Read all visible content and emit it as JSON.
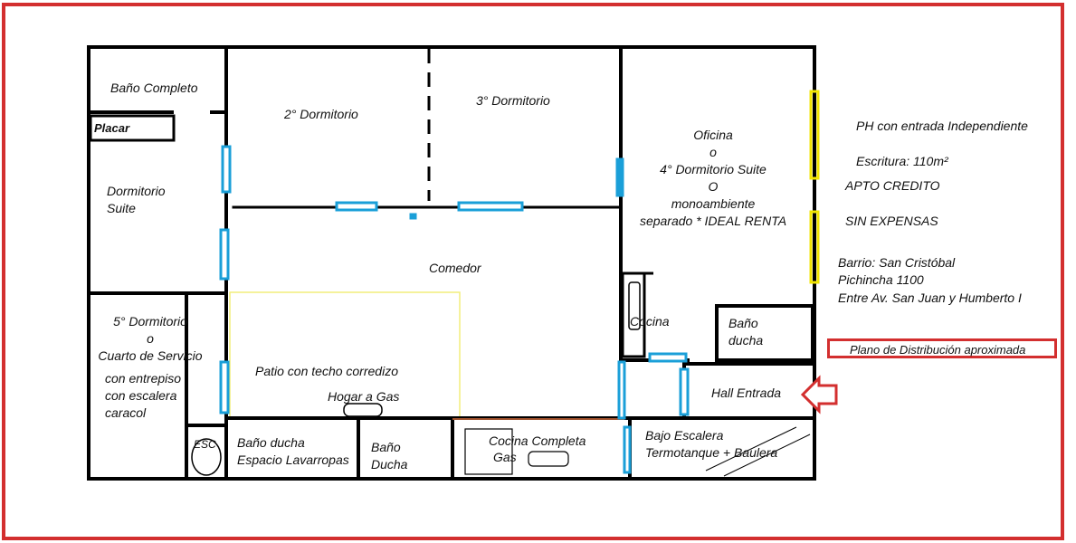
{
  "rooms": {
    "bano_completo": [
      "Baño Completo"
    ],
    "placar": [
      "Placar"
    ],
    "dormitorio_suite": [
      "Dormitorio",
      "Suite"
    ],
    "dormitorio_2": [
      "2° Dormitorio"
    ],
    "dormitorio_3": [
      "3° Dormitorio"
    ],
    "oficina": [
      "Oficina",
      "o",
      "4° Dormitorio Suite",
      "O",
      "monoambiente",
      "separado * IDEAL RENTA"
    ],
    "comedor": [
      "Comedor"
    ],
    "dormitorio_5": [
      "5° Dormitorio",
      "o",
      "Cuarto de Servicio",
      "con entrepiso",
      "con escalera",
      "caracol"
    ],
    "patio": [
      "Patio con techo corredizo"
    ],
    "hogar": [
      "Hogar a Gas"
    ],
    "cocina": [
      "Cocina"
    ],
    "bano_ducha_1": [
      "Baño",
      "ducha"
    ],
    "hall": [
      "Hall Entrada"
    ],
    "esc": [
      "ESC"
    ],
    "bano_lavarropas": [
      "Baño  ducha",
      "Espacio Lavarropas"
    ],
    "bano_ducha_2": [
      "Baño",
      "Ducha"
    ],
    "cocina_completa": [
      "Cocina Completa",
      "Gas"
    ],
    "bajo_escalera": [
      "Bajo Escalera",
      "Termotanque + Baulera"
    ]
  },
  "info": {
    "ph": "PH con entrada Independiente",
    "escritura": "Escritura: 110m²",
    "apto": "APTO CREDITO",
    "expensas": "SIN EXPENSAS",
    "barrio": "Barrio: San Cristóbal",
    "direccion": "Pichincha 1100",
    "entre": "Entre Av. San Juan y Humberto I",
    "nota": "Plano de Distribución aproximada"
  },
  "colors": {
    "frame": "#d32f2f",
    "wall": "#000000",
    "door": "#1a9fd8",
    "window": "#f2e500",
    "patio": "#f2ee7a",
    "arrow": "#d32f2f",
    "hearth": "#a0522d"
  },
  "icons": {
    "entrance": "arrow-left-icon"
  }
}
